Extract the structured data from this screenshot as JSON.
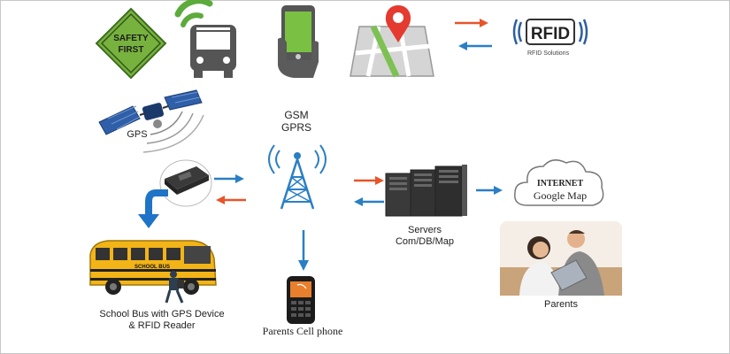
{
  "labels": {
    "rfid_logo": "RFID",
    "rfid_subtitle": "RFID Solutions",
    "safety_sign": [
      "SAFETY",
      "FIRST"
    ],
    "gps": "GPS",
    "gsm": "GSM",
    "gprs": "GPRS",
    "internet": "INTERNET",
    "google_map": "Google Map",
    "servers": "Servers",
    "servers_sub": "Com/DB/Map",
    "parents": "Parents",
    "bus_caption_1": "School Bus with GPS Device",
    "bus_caption_2": "& RFID Reader",
    "bus_sign": "SCHOOL BUS",
    "parents_phone": "Parents Cell phone"
  },
  "colors": {
    "orange_arrow": "#e8542a",
    "blue_arrow": "#2a7fc4",
    "green_icon": "#5cab3c",
    "bus_yellow": "#f2b417",
    "gray_icon": "#5b5b5b",
    "sign_green": "#7cb342"
  }
}
